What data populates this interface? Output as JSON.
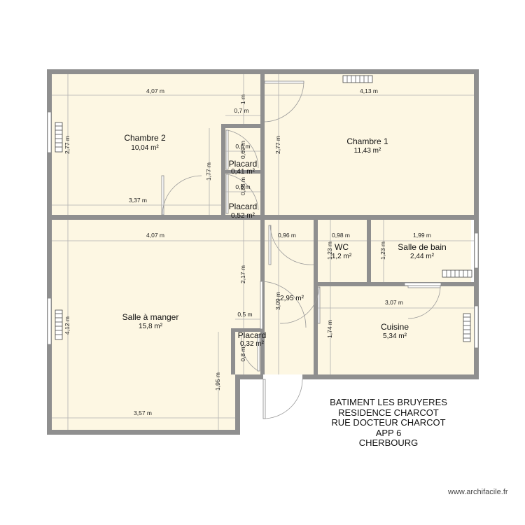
{
  "rooms": {
    "chambre2": {
      "name": "Chambre 2",
      "area": "10,04 m²"
    },
    "chambre1": {
      "name": "Chambre 1",
      "area": "11,43 m²"
    },
    "placard1": {
      "name": "Placard",
      "area": "0,41 m²"
    },
    "placard2": {
      "name": "Placard",
      "area": "0,52 m²"
    },
    "wc": {
      "name": "WC",
      "area": "1,2 m²"
    },
    "salle_bain": {
      "name": "Salle de bain",
      "area": "2,44 m²"
    },
    "salle_manger": {
      "name": "Salle à manger",
      "area": "15,8 m²"
    },
    "couloir": {
      "area": "2,95 m²"
    },
    "placard3": {
      "name": "Placard",
      "area": "0,32 m²"
    },
    "cuisine": {
      "name": "Cuisine",
      "area": "5,34 m²"
    }
  },
  "dimensions": {
    "ch2_width": "4,07 m",
    "ch2_height": "2,77 m",
    "ch2_bottom": "3,37 m",
    "ch2_door_h": "1,77 m",
    "plac_w": "0,7 m",
    "plac_top": "1 m",
    "plac1_h": "0,69 m",
    "plac1_w": "0,6 m",
    "plac2_w": "0,6 m",
    "plac2_h": "0,88 m",
    "ch1_width": "4,13 m",
    "ch1_height": "2,77 m",
    "sam_width": "4,07 m",
    "sam_height": "4,12 m",
    "sam_right": "2,17 m",
    "plac3_w": "0,5 m",
    "plac3_h": "0,8 m",
    "sam_bottom_h": "1,95 m",
    "sam_bottom_w": "3,57 m",
    "couloir_w": "0,96 m",
    "couloir_h": "3,09 m",
    "wc_w": "0,98 m",
    "wc_h": "1,23 m",
    "sdb_w": "1,99 m",
    "sdb_h": "1,23 m",
    "cuis_w": "3,07 m",
    "cuis_h": "1,74 m"
  },
  "address": [
    "BATIMENT LES BRUYERES",
    "RESIDENCE CHARCOT",
    "RUE DOCTEUR CHARCOT",
    "APP 6",
    "CHERBOURG"
  ],
  "credit": "www.archifacile.fr"
}
